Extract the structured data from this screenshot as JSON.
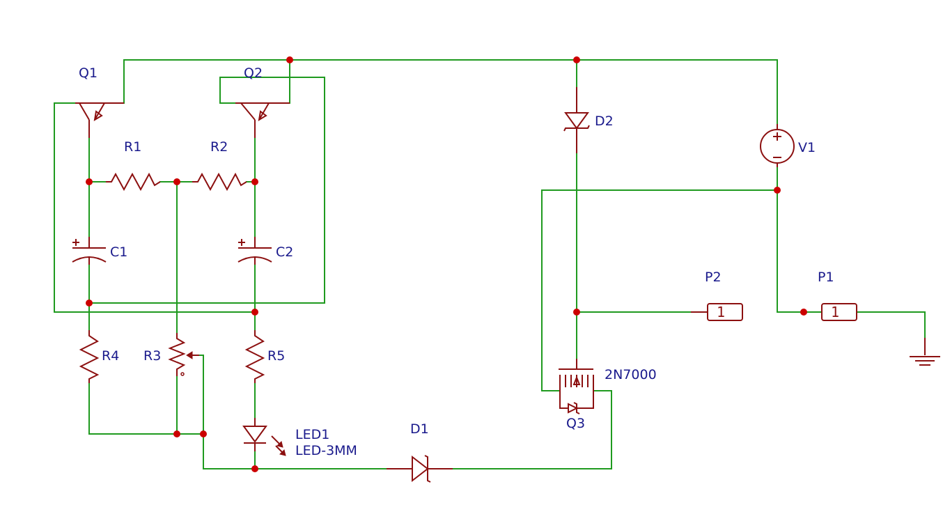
{
  "schematic": {
    "components": [
      {
        "id": "q1",
        "ref": "Q1",
        "value": ""
      },
      {
        "id": "q2",
        "ref": "Q2",
        "value": ""
      },
      {
        "id": "q3",
        "ref": "Q3",
        "value": "2N7000"
      },
      {
        "id": "r1",
        "ref": "R1",
        "value": ""
      },
      {
        "id": "r2",
        "ref": "R2",
        "value": ""
      },
      {
        "id": "r3",
        "ref": "R3",
        "value": ""
      },
      {
        "id": "r4",
        "ref": "R4",
        "value": ""
      },
      {
        "id": "r5",
        "ref": "R5",
        "value": ""
      },
      {
        "id": "c1",
        "ref": "C1",
        "value": ""
      },
      {
        "id": "c2",
        "ref": "C2",
        "value": ""
      },
      {
        "id": "d1",
        "ref": "D1",
        "value": ""
      },
      {
        "id": "d2",
        "ref": "D2",
        "value": ""
      },
      {
        "id": "led1",
        "ref": "LED1",
        "value": "LED-3MM"
      },
      {
        "id": "v1",
        "ref": "V1",
        "value": ""
      },
      {
        "id": "p1",
        "ref": "P1",
        "value": "",
        "pin": "1"
      },
      {
        "id": "p2",
        "ref": "P2",
        "value": "",
        "pin": "1"
      }
    ],
    "colors": {
      "wire": "#1f9a1f",
      "symbol": "#8c1010",
      "junction": "#cc0000",
      "label": "#1a1a8c",
      "background": "#ffffff"
    }
  }
}
